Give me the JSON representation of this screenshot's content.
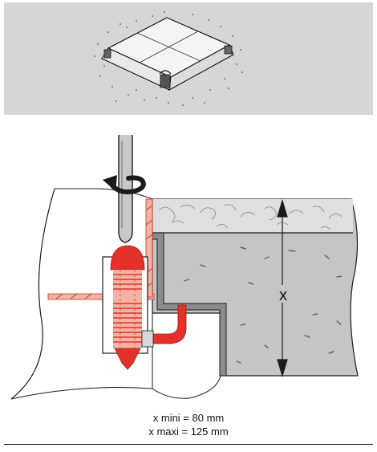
{
  "labels": {
    "dimension": "x",
    "min_note": "x mini = 80 mm",
    "max_note": "x maxi = 125 mm"
  },
  "colors": {
    "panel": "#d5d6d7",
    "concrete": "#c5c5c6",
    "anchor_red": "#e4312a",
    "anchor_pink": "#f2b3a2",
    "frame_grey": "#8c8c8c",
    "line": "#1a1a1a"
  },
  "icons": {
    "rotation": "curved-arrow-icon",
    "tool": "screwdriver-icon"
  }
}
